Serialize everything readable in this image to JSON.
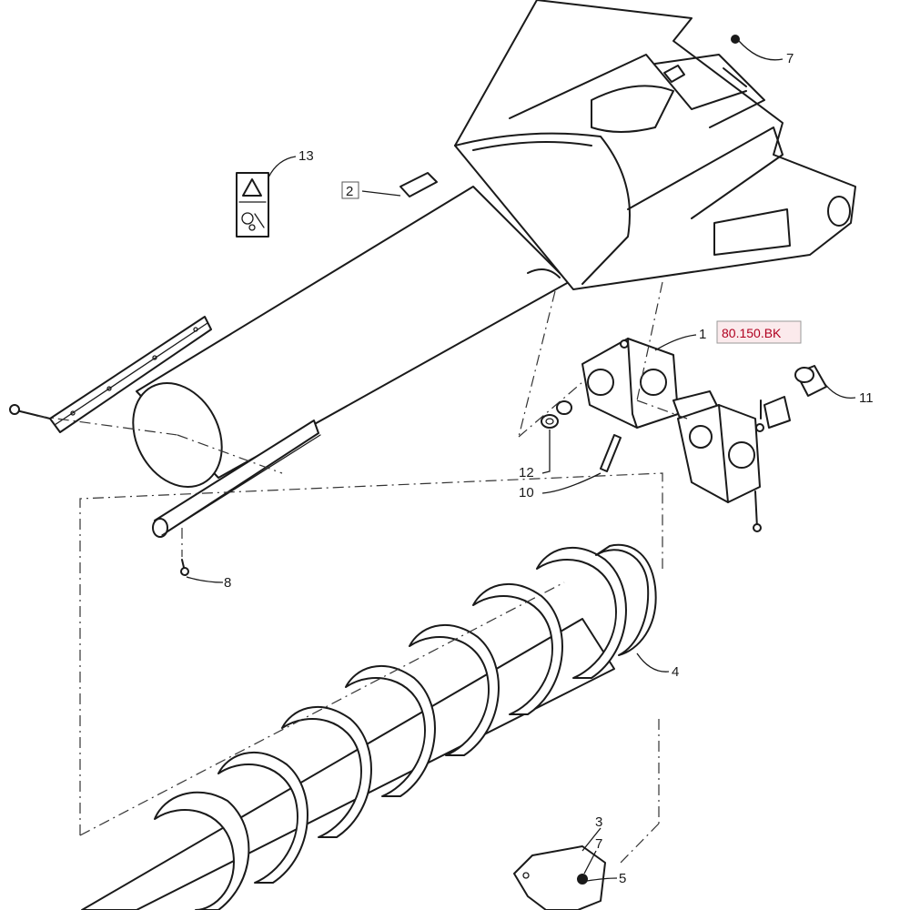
{
  "diagram": {
    "section_ref": "80.150.BK",
    "section_ref_color": "#b00020",
    "section_ref_bg": "#fbeaec",
    "callouts": {
      "c1": "1",
      "c2": "2",
      "c3": "3",
      "c4": "4",
      "c5": "5",
      "c7a": "7",
      "c7b": "7",
      "c8": "8",
      "c10": "10",
      "c11": "11",
      "c12": "12",
      "c13": "13"
    }
  }
}
